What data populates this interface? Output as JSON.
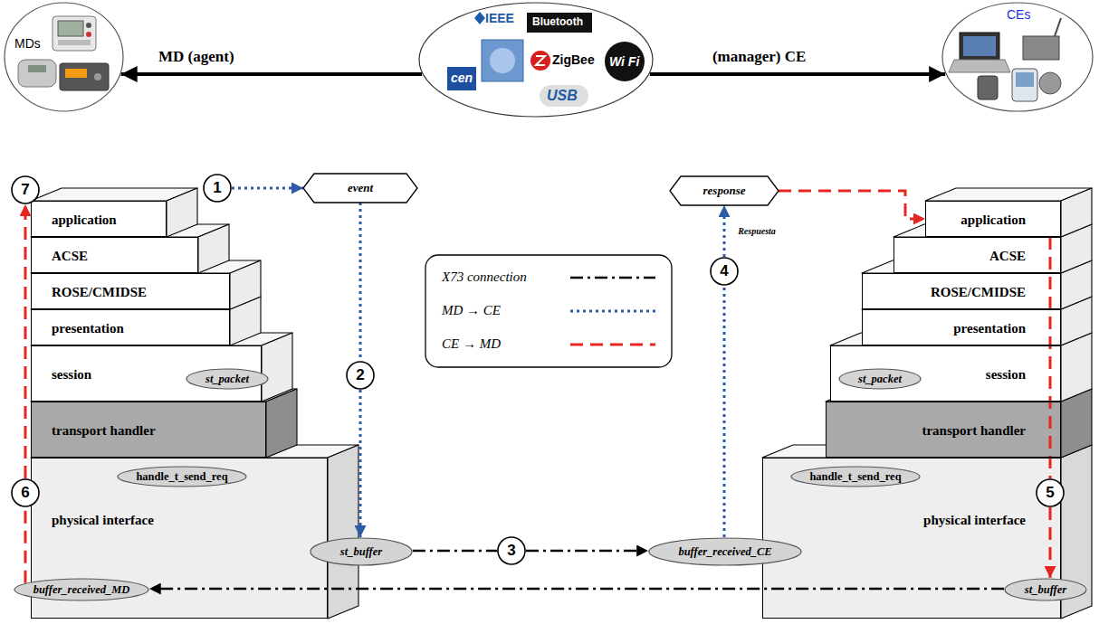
{
  "diagram": {
    "nodes": [
      {
        "text": [
          "MDs"
        ]
      },
      {
        "text": [
          "IEEE",
          "Bluetooth",
          "cen",
          "ZigBee",
          "Wi Fi",
          "USB"
        ]
      },
      {
        "text": [
          "CEs"
        ]
      },
      {
        "text": [
          "7"
        ]
      },
      {
        "text": [
          "1"
        ]
      },
      {
        "text": [
          "event"
        ]
      },
      {
        "text": [
          "response"
        ]
      },
      {
        "text": [
          "application"
        ]
      },
      {
        "text": [
          "ACSE"
        ]
      },
      {
        "text": [
          "ROSE/CMIDSE"
        ]
      },
      {
        "text": [
          "presentation"
        ]
      },
      {
        "text": [
          "session"
        ]
      },
      {
        "text": [
          "st_packet"
        ],
        "in": 11
      },
      {
        "text": [
          "transport handler"
        ]
      },
      {
        "text": [
          "6"
        ]
      },
      {
        "text": [
          "physical interface"
        ]
      },
      {
        "text": [
          "handle_t_send_req"
        ],
        "in": 15
      },
      {
        "text": [
          "st_buffer"
        ],
        "in": 15
      },
      {
        "text": [
          "buffer_received_MD"
        ],
        "in": 15
      },
      {
        "text": [
          "2"
        ]
      },
      {
        "text": [
          "3"
        ]
      },
      {
        "text": [
          "4"
        ]
      },
      {
        "text": [
          "application"
        ]
      },
      {
        "text": [
          "ACSE"
        ]
      },
      {
        "text": [
          "ROSE/CMIDSE"
        ]
      },
      {
        "text": [
          "presentation"
        ]
      },
      {
        "text": [
          "session"
        ]
      },
      {
        "text": [
          "st_packet"
        ],
        "in": 26
      },
      {
        "text": [
          "transport handler"
        ]
      },
      {
        "text": [
          "5"
        ]
      },
      {
        "text": [
          "physical interface"
        ]
      },
      {
        "text": [
          "handle_t_send_req"
        ],
        "in": 30
      },
      {
        "text": [
          "buffer_received_CE"
        ],
        "in": 30
      },
      {
        "text": [
          "st_buffer"
        ],
        "in": 30
      }
    ],
    "edges": [
      {
        "from": 1,
        "to": 0,
        "arrow": "to",
        "label": "MD (agent)"
      },
      {
        "from": 1,
        "to": 2,
        "arrow": "to",
        "label": "(manager) CE"
      },
      {
        "from": 4,
        "to": 5,
        "arrow": "to"
      },
      {
        "from": 5,
        "to": 19,
        "arrow": "none"
      },
      {
        "from": 19,
        "to": 17,
        "arrow": "to"
      },
      {
        "from": 17,
        "to": 20,
        "arrow": "none"
      },
      {
        "from": 20,
        "to": 32,
        "arrow": "to"
      },
      {
        "from": 32,
        "to": 21,
        "arrow": "none"
      },
      {
        "from": 21,
        "to": 6,
        "arrow": "to",
        "label": "Respuesta"
      },
      {
        "from": 6,
        "to": 22,
        "arrow": "to"
      },
      {
        "from": 22,
        "to": 29,
        "arrow": "none"
      },
      {
        "from": 29,
        "to": 33,
        "arrow": "to"
      },
      {
        "from": 33,
        "to": 18,
        "arrow": "to"
      },
      {
        "from": 18,
        "to": 14,
        "arrow": "none"
      },
      {
        "from": 14,
        "to": 3,
        "arrow": "to"
      }
    ],
    "legend": [
      {
        "text": "X73 connection"
      },
      {
        "text": "MD → CE"
      },
      {
        "text": "CE → MD"
      }
    ]
  }
}
